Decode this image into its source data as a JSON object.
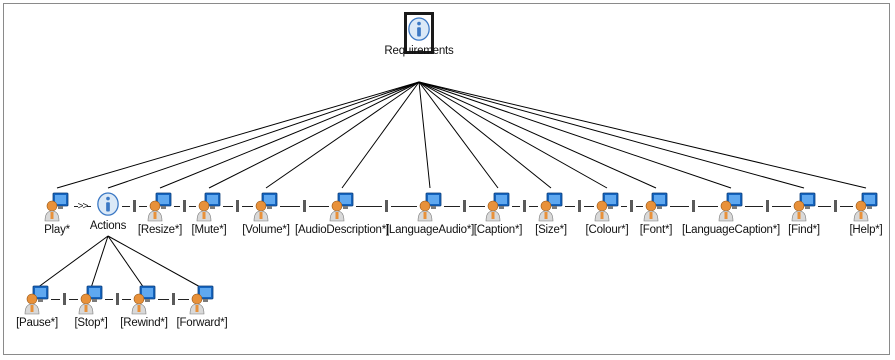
{
  "diagram": {
    "root": {
      "label": "Requirements",
      "icon": "info-icon"
    },
    "children": [
      {
        "id": "play",
        "label": "Play*",
        "icon": "user-computer-icon"
      },
      {
        "id": "actions",
        "label": "Actions",
        "icon": "info-icon"
      },
      {
        "id": "resize",
        "label": "[Resize*]",
        "icon": "user-computer-icon"
      },
      {
        "id": "mute",
        "label": "[Mute*]",
        "icon": "user-computer-icon"
      },
      {
        "id": "volume",
        "label": "[Volume*]",
        "icon": "user-computer-icon"
      },
      {
        "id": "audiodescription",
        "label": "[AudioDescription*]",
        "icon": "user-computer-icon"
      },
      {
        "id": "languageaudio",
        "label": "[LanguageAudio*]",
        "icon": "user-computer-icon"
      },
      {
        "id": "caption",
        "label": "[Caption*]",
        "icon": "user-computer-icon"
      },
      {
        "id": "size",
        "label": "[Size*]",
        "icon": "user-computer-icon"
      },
      {
        "id": "colour",
        "label": "[Colour*]",
        "icon": "user-computer-icon"
      },
      {
        "id": "font",
        "label": "[Font*]",
        "icon": "user-computer-icon"
      },
      {
        "id": "languagecaption",
        "label": "[LanguageCaption*]",
        "icon": "user-computer-icon"
      },
      {
        "id": "find",
        "label": "[Find*]",
        "icon": "user-computer-icon"
      },
      {
        "id": "help",
        "label": "[Help*]",
        "icon": "user-computer-icon"
      }
    ],
    "subchildren": [
      {
        "id": "pause",
        "label": "[Pause*]",
        "icon": "user-computer-icon"
      },
      {
        "id": "stop",
        "label": "[Stop*]",
        "icon": "user-computer-icon"
      },
      {
        "id": "rewind",
        "label": "[Rewind*]",
        "icon": "user-computer-icon"
      },
      {
        "id": "forward",
        "label": "[Forward*]",
        "icon": "user-computer-icon"
      }
    ],
    "connector_requires": ">>",
    "colors": {
      "line": "#000000",
      "screen": "#1565c0",
      "person": "#e8913a",
      "info": "#3b78c4"
    }
  }
}
